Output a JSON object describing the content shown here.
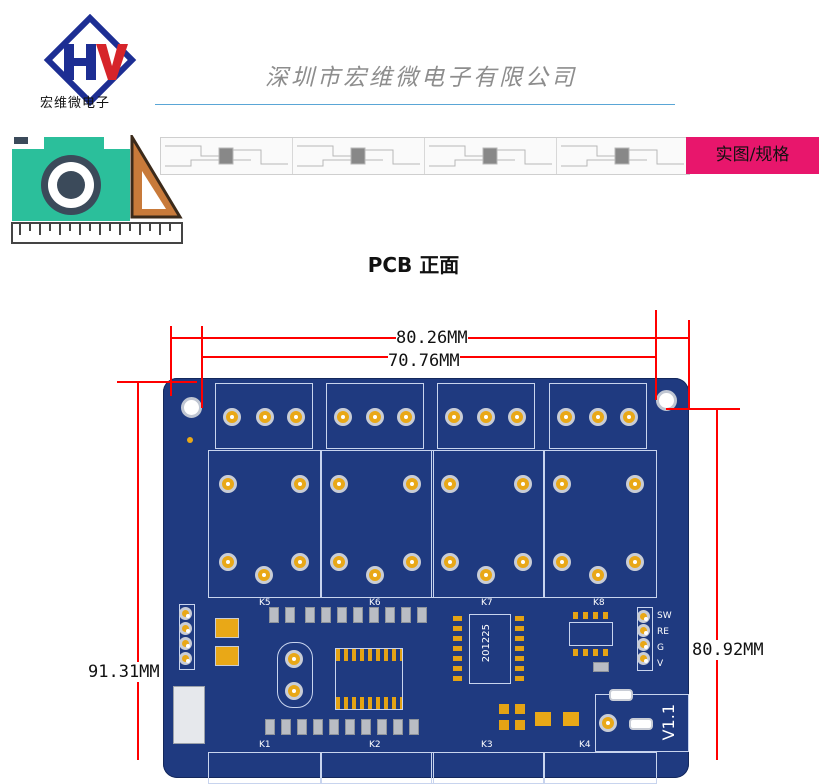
{
  "header": {
    "logo_text": "宏维微电子",
    "company_name": "深圳市宏维微电子有限公司"
  },
  "section": {
    "strip_label": "实图/规格",
    "pcb_title": "PCB 正面"
  },
  "dimensions": {
    "width_outer": "80.26MM",
    "width_inner": "70.76MM",
    "height_left": "91.31MM",
    "height_right": "80.92MM"
  },
  "board": {
    "relay_labels": [
      "K5",
      "K6",
      "K7",
      "K8"
    ],
    "bottom_labels": [
      "K1",
      "K2",
      "K3",
      "K4"
    ],
    "header_pins": [
      "SW",
      "RE",
      "G",
      "V"
    ],
    "chip_code": "201225",
    "version": "V1.1"
  },
  "colors": {
    "board": "#1f3a80",
    "gold": "#e9a817",
    "accent": "#e8166c",
    "dimension": "#ff0000",
    "icon_teal": "#2bbf9b"
  }
}
